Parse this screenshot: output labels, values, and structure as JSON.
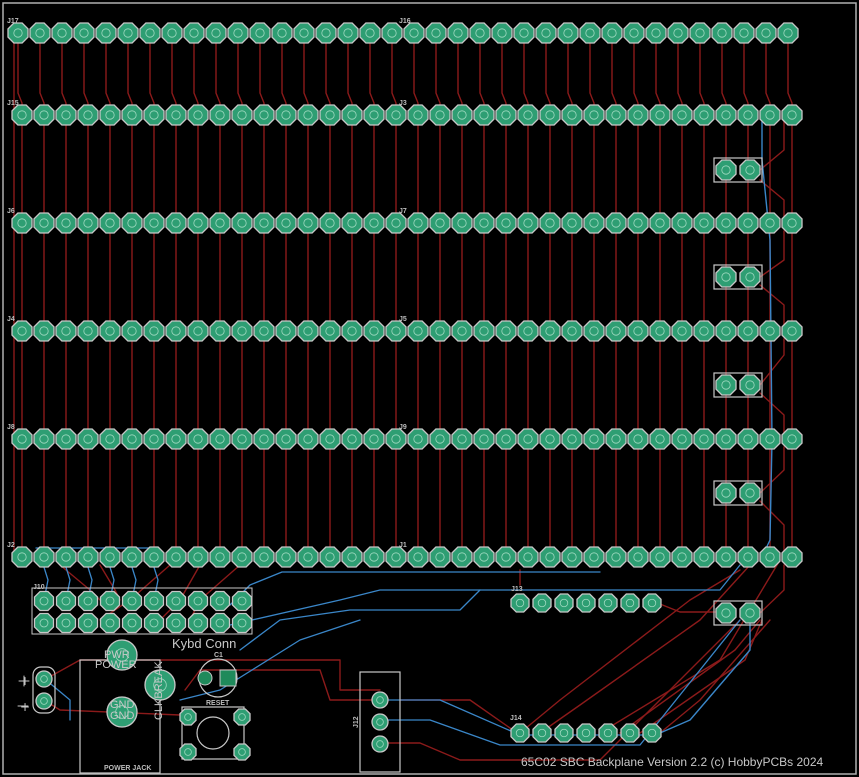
{
  "board": {
    "title": "65C02 SBC Backplane Version 2.2 (c) HobbyPCBs 2024",
    "background": "#000000",
    "outline_color": "#b0b0b0",
    "colors": {
      "top_copper": "#8b1a1a",
      "bottom_copper": "#3a86c8",
      "pad": "#2e9e73",
      "pad_outline": "#c8c8c8",
      "silkscreen": "#c8c8c8"
    }
  },
  "headers": [
    {
      "id": "hdr-j17",
      "ref": "J17"
    },
    {
      "id": "hdr-j16",
      "ref": "J16"
    },
    {
      "id": "hdr-j15",
      "ref": "J15"
    },
    {
      "id": "hdr-j3",
      "ref": "J3"
    },
    {
      "id": "hdr-j6",
      "ref": "J6"
    },
    {
      "id": "hdr-j7",
      "ref": "J7"
    },
    {
      "id": "hdr-j4",
      "ref": "J4"
    },
    {
      "id": "hdr-j5",
      "ref": "J5"
    },
    {
      "id": "hdr-j8",
      "ref": "J8"
    },
    {
      "id": "hdr-j9",
      "ref": "J9"
    },
    {
      "id": "hdr-j2",
      "ref": "J2"
    },
    {
      "id": "hdr-j1",
      "ref": "J1"
    }
  ],
  "components": {
    "conn_j10": {
      "ref": "J10"
    },
    "conn_j13": {
      "ref": "J13"
    },
    "conn_j14": {
      "ref": "J14"
    },
    "conn_j12": {
      "ref": "J12"
    },
    "kybd_conn": {
      "label": "Kybd Conn"
    },
    "pwr_led": {
      "label1": "PWR",
      "label2": "POWER"
    },
    "gnd_pad": {
      "label": "GND"
    },
    "clk_break": {
      "label": "CLKBREAK"
    },
    "power_jack": {
      "label": "POWER JACK"
    },
    "reset_switch": {
      "label": "RESET"
    },
    "cap": {
      "ref": "C1"
    }
  }
}
